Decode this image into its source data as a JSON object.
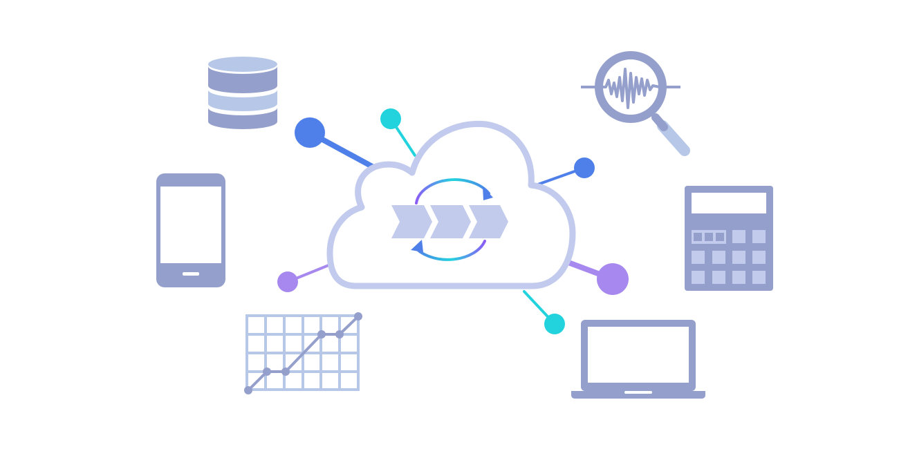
{
  "colors": {
    "background": "#ffffff",
    "icon_primary": "#959fcb",
    "icon_light": "#b7c7e8",
    "cloud_outline": "#c2cbed",
    "chevron_fill": "#c3cbed",
    "node_blue": "#4f7fe8",
    "node_cyan": "#22d3de",
    "node_purple": "#a688ee",
    "sync_gradient_start": "#22d3de",
    "sync_gradient_end": "#8b5cf6"
  },
  "icons": [
    "database-icon",
    "smartphone-icon",
    "line-chart-icon",
    "cloud-icon",
    "sync-arrows-icon",
    "pipeline-chevrons-icon",
    "waveform-magnifier-icon",
    "calculator-icon",
    "laptop-icon"
  ],
  "nodes": [
    {
      "name": "node-top-left",
      "color": "node_blue"
    },
    {
      "name": "node-top-center",
      "color": "node_cyan"
    },
    {
      "name": "node-right-upper",
      "color": "node_blue"
    },
    {
      "name": "node-left-lower",
      "color": "node_purple"
    },
    {
      "name": "node-right-lower",
      "color": "node_purple"
    },
    {
      "name": "node-bottom-right",
      "color": "node_cyan"
    }
  ]
}
